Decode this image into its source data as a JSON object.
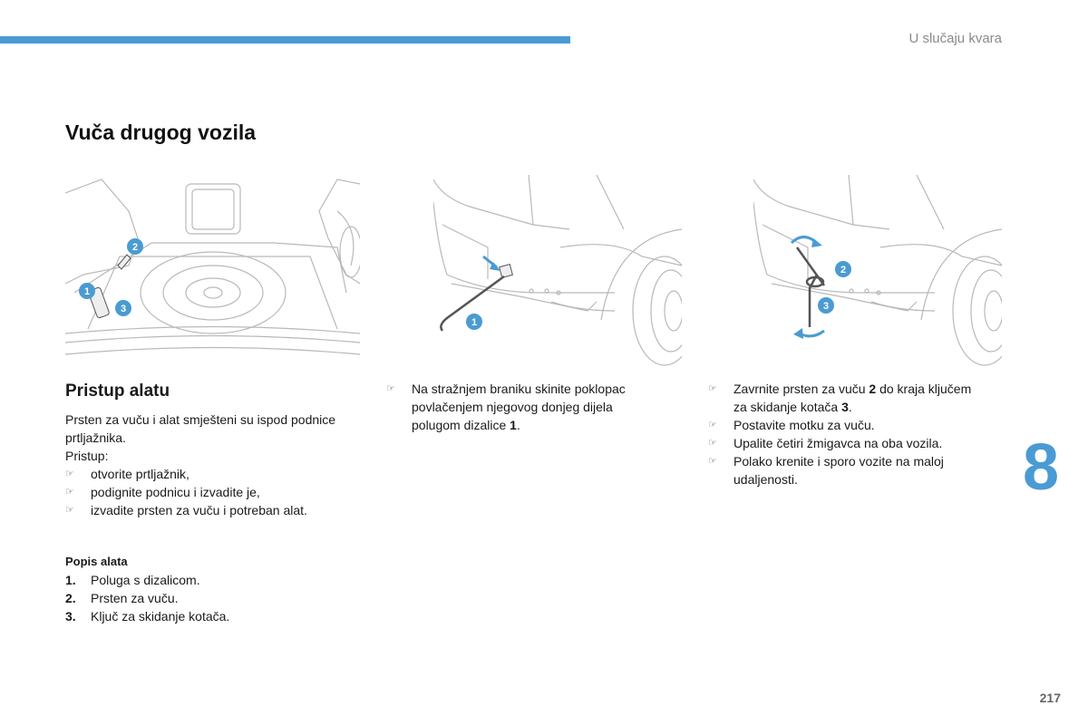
{
  "header": {
    "section": "U slučaju kvara"
  },
  "page_title": "Vuča drugog vozila",
  "left": {
    "subtitle": "Pristup alatu",
    "intro": "Prsten za vuču i alat smješteni su ispod podnice prtljažnika.",
    "access_label": "Pristup:",
    "steps": [
      "otvorite prtljažnik,",
      "podignite podnicu i izvadite je,",
      "izvadite prsten za vuču i potreban alat."
    ],
    "tools_title": "Popis alata",
    "tools": [
      {
        "num": "1.",
        "text": "Poluga s dizalicom."
      },
      {
        "num": "2.",
        "text": "Prsten za vuču."
      },
      {
        "num": "3.",
        "text": "Ključ za skidanje kotača."
      }
    ]
  },
  "middle": {
    "line1": "Na stražnjem braniku skinite poklopac",
    "line2": "povlačenjem njegovog donjeg dijela",
    "line3a": "polugom dizalice ",
    "line3b": "1",
    "line3c": "."
  },
  "right": {
    "b1_l1a": "Zavrnite prsten za vuču ",
    "b1_l1b": "2",
    "b1_l1c": " do kraja ključem",
    "b1_l2a": "za skidanje kotača ",
    "b1_l2b": "3",
    "b1_l2c": ".",
    "b2": "Postavite motku za vuču.",
    "b3": "Upalite četiri žmigavca na oba vozila.",
    "b4_l1": "Polako krenite i sporo vozite na maloj",
    "b4_l2": "udaljenosti."
  },
  "callouts": {
    "one": "1",
    "two": "2",
    "three": "3"
  },
  "bullet_glyph": "☞",
  "chapter_number": "8",
  "page_number": "217",
  "colors": {
    "accent": "#4a9bd3",
    "line_art": "#b9b9b9"
  }
}
